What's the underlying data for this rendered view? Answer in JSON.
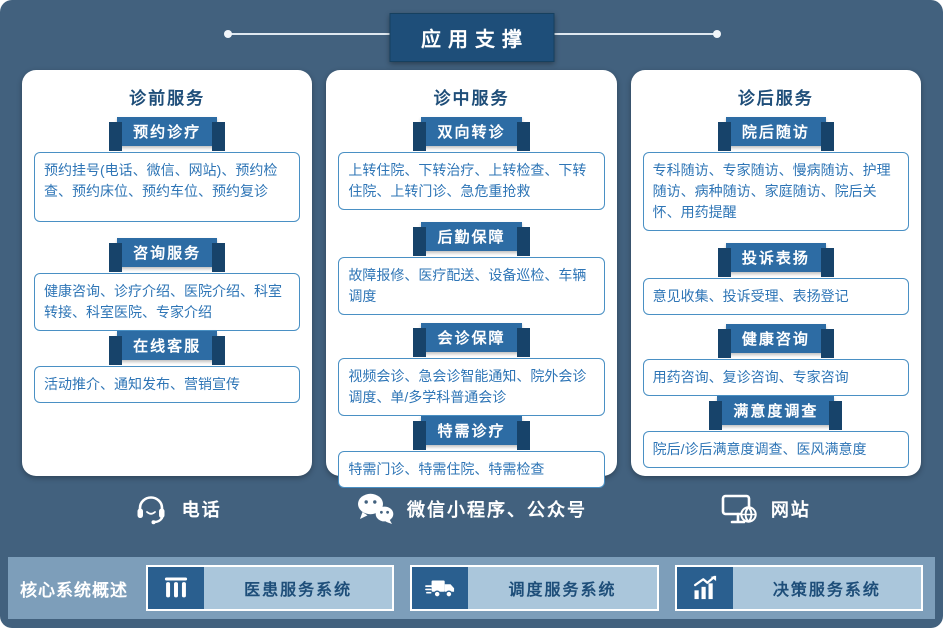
{
  "header": {
    "title": "应用支撑"
  },
  "colors": {
    "panel_bg": "#42617e",
    "title_navy": "#1e4e79",
    "badge_blue": "#2d6ca4",
    "badge_edge": "#17436a",
    "box_border": "#4a90c4",
    "body_text_blue": "#2e75b6",
    "footer_bar": "#7d9eba",
    "system_box": "#aac6db",
    "system_icon_bg": "#2a5f8f"
  },
  "columns": [
    {
      "title": "诊前服务",
      "sections": [
        {
          "header": "预约诊疗",
          "body": "预约挂号(电话、微信、网站)、预约检查、预约床位、预约车位、预约复诊"
        },
        {
          "header": "咨询服务",
          "body": "健康咨询、诊疗介绍、医院介绍、科室转接、科室医院、专家介绍"
        },
        {
          "header": "在线客服",
          "body": "活动推介、通知发布、营销宣传"
        }
      ]
    },
    {
      "title": "诊中服务",
      "sections": [
        {
          "header": "双向转诊",
          "body": "上转住院、下转治疗、上转检查、下转住院、上转门诊、急危重抢救"
        },
        {
          "header": "后勤保障",
          "body": "故障报修、医疗配送、设备巡检、车辆调度"
        },
        {
          "header": "会诊保障",
          "body": "视频会诊、急会诊智能通知、院外会诊调度、单/多学科普通会诊"
        },
        {
          "header": "特需诊疗",
          "body": "特需门诊、特需住院、特需检查"
        }
      ]
    },
    {
      "title": "诊后服务",
      "sections": [
        {
          "header": "院后随访",
          "body": "专科随访、专家随访、慢病随访、护理随访、病种随访、家庭随访、院后关怀、用药提醒"
        },
        {
          "header": "投诉表扬",
          "body": "意见收集、投诉受理、表扬登记"
        },
        {
          "header": "健康咨询",
          "body": "用药咨询、复诊咨询、专家咨询"
        },
        {
          "header": "满意度调查",
          "body": "院后/诊后满意度调查、医风满意度"
        }
      ]
    }
  ],
  "channels": [
    {
      "icon": "headset-icon",
      "label": "电话"
    },
    {
      "icon": "wechat-icon",
      "label": "微信小程序、公众号"
    },
    {
      "icon": "website-icon",
      "label": "网站"
    }
  ],
  "footer": {
    "label": "核心系统概述",
    "systems": [
      {
        "icon": "hospital-building-icon",
        "label": "医患服务系统"
      },
      {
        "icon": "truck-icon",
        "label": "调度服务系统"
      },
      {
        "icon": "chart-arrow-icon",
        "label": "决策服务系统"
      }
    ]
  }
}
